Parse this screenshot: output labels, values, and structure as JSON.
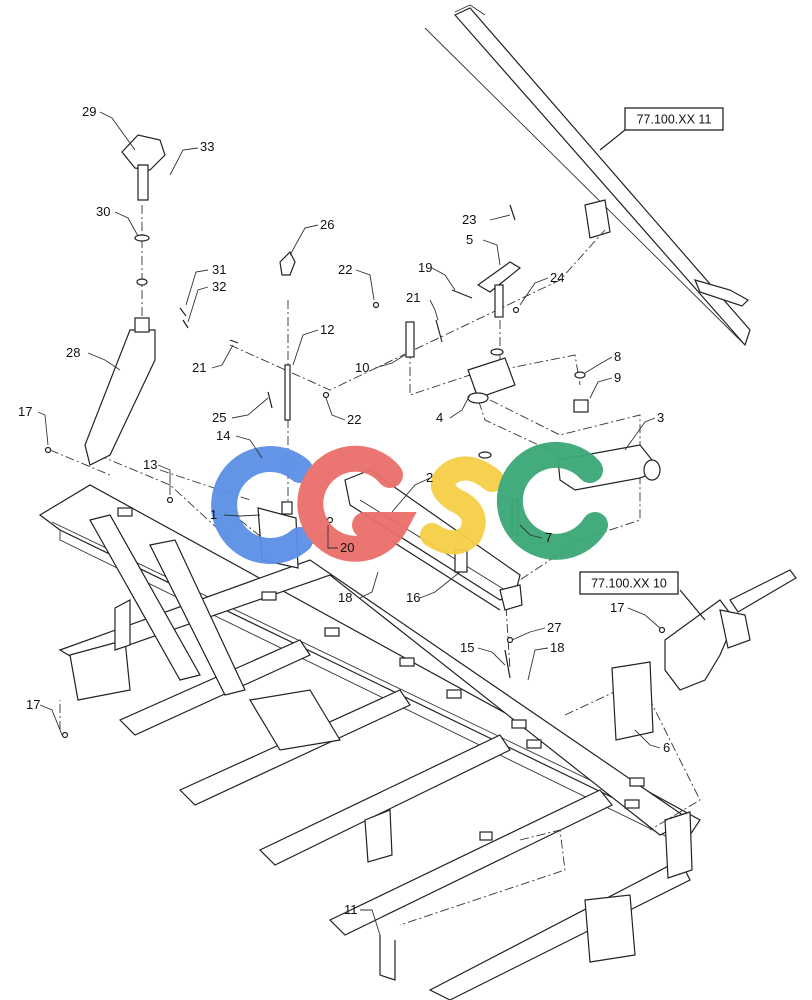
{
  "reference_boxes": [
    {
      "id": "ref-11",
      "label": "77.100.XX 11"
    },
    {
      "id": "ref-10",
      "label": "77.100.XX 10"
    }
  ],
  "callouts": [
    "29",
    "33",
    "30",
    "31",
    "32",
    "28",
    "17",
    "26",
    "12",
    "21",
    "25",
    "22",
    "14",
    "13",
    "1",
    "20",
    "22",
    "10",
    "21",
    "23",
    "5",
    "19",
    "24",
    "4",
    "8",
    "9",
    "3",
    "2",
    "7",
    "18",
    "16",
    "27",
    "15",
    "18",
    "17",
    "6",
    "17",
    "11"
  ],
  "watermark": {
    "letters": [
      "C",
      "G",
      "S",
      "C"
    ],
    "colors": [
      "#5b8fe6",
      "#ea6f6a",
      "#f5cf46",
      "#3aa876"
    ]
  }
}
